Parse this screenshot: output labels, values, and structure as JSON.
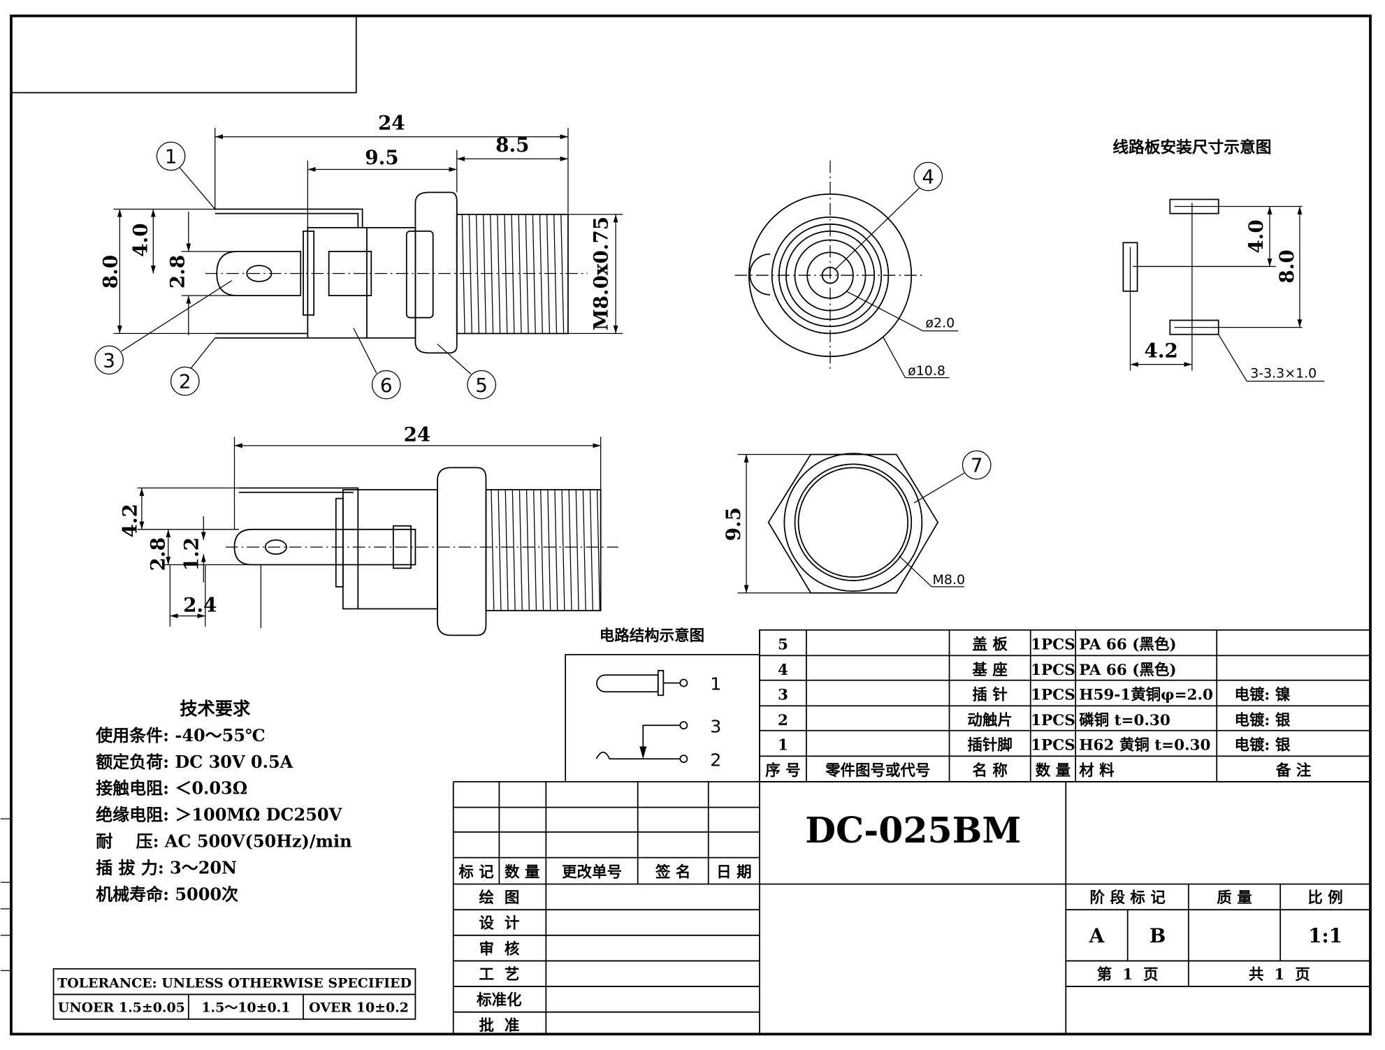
{
  "drawing": {
    "part_number": "DC-025BM",
    "side_view_top": {
      "dims": {
        "overall": "24",
        "body": "9.5",
        "thread_len": "8.5",
        "height": "8.0",
        "half_height": "4.0",
        "pin": "2.8",
        "thread": "M8.0x0.75"
      },
      "callouts": [
        "1",
        "2",
        "3",
        "6",
        "5"
      ]
    },
    "front_view": {
      "callout": "4",
      "pin_dia": "ø2.0",
      "outer_dia": "ø10.8"
    },
    "side_view_bottom": {
      "dims": {
        "overall": "24",
        "a": "4.2",
        "b": "2.8",
        "c": "1.2",
        "d": "2.4"
      }
    },
    "hex_view": {
      "callout": "7",
      "across": "9.5",
      "thread": "M8.0"
    },
    "pcb_layout": {
      "title": "线路板安装尺寸示意图",
      "dim_a": "4.0",
      "dim_b": "8.0",
      "dim_c": "4.2",
      "pad_note": "3-3.3×1.0"
    },
    "circuit": {
      "title": "电路结构示意图",
      "pins": [
        "1",
        "3",
        "2"
      ]
    }
  },
  "tech_requirements": {
    "title": "技术要求",
    "lines": [
      "使用条件: -40～55℃",
      "额定负荷: DC 30V 0.5A",
      "接触电阻: ＜0.03Ω",
      "绝缘电阻: ＞100MΩ DC250V",
      "耐    压: AC 500V(50Hz)/min",
      "插 拔 力: 3～20N",
      "机械寿命: 5000次"
    ]
  },
  "tolerance": {
    "title": "TOLERANCE: UNLESS OTHERWISE SPECIFIED",
    "cells": [
      "UNOER 1.5±0.05",
      "1.5～10±0.1",
      "OVER 10±0.2"
    ]
  },
  "parts_table": {
    "headers": [
      "序 号",
      "零件图号或代号",
      "名 称",
      "数 量",
      "材    料",
      "备    注"
    ],
    "rows": [
      [
        "5",
        "",
        "盖  板",
        "1PCS",
        "PA 66 (黑色)",
        ""
      ],
      [
        "4",
        "",
        "基  座",
        "1PCS",
        "PA 66 (黑色)",
        ""
      ],
      [
        "3",
        "",
        "插  针",
        "1PCS",
        "H59-1黄铜φ=2.0",
        "电镀: 镍"
      ],
      [
        "2",
        "",
        "动触片",
        "1PCS",
        "磷铜 t=0.30",
        "电镀: 银"
      ],
      [
        "1",
        "",
        "插针脚",
        "1PCS",
        "H62 黄铜 t=0.30",
        "电镀: 银"
      ]
    ]
  },
  "title_block": {
    "revision_headers": [
      "标 记",
      "数 量",
      "更改单号",
      "签 名",
      "日 期"
    ],
    "approvals": [
      "绘  图",
      "设  计",
      "审  核",
      "工  艺",
      "标准化",
      "批  准"
    ],
    "stage_header": "阶 段 标 记",
    "mass_header": "质 量",
    "scale_header": "比 例",
    "stages": [
      "A",
      "B"
    ],
    "scale": "1:1",
    "sheet": "第  1  页",
    "total": "共  1  页"
  }
}
